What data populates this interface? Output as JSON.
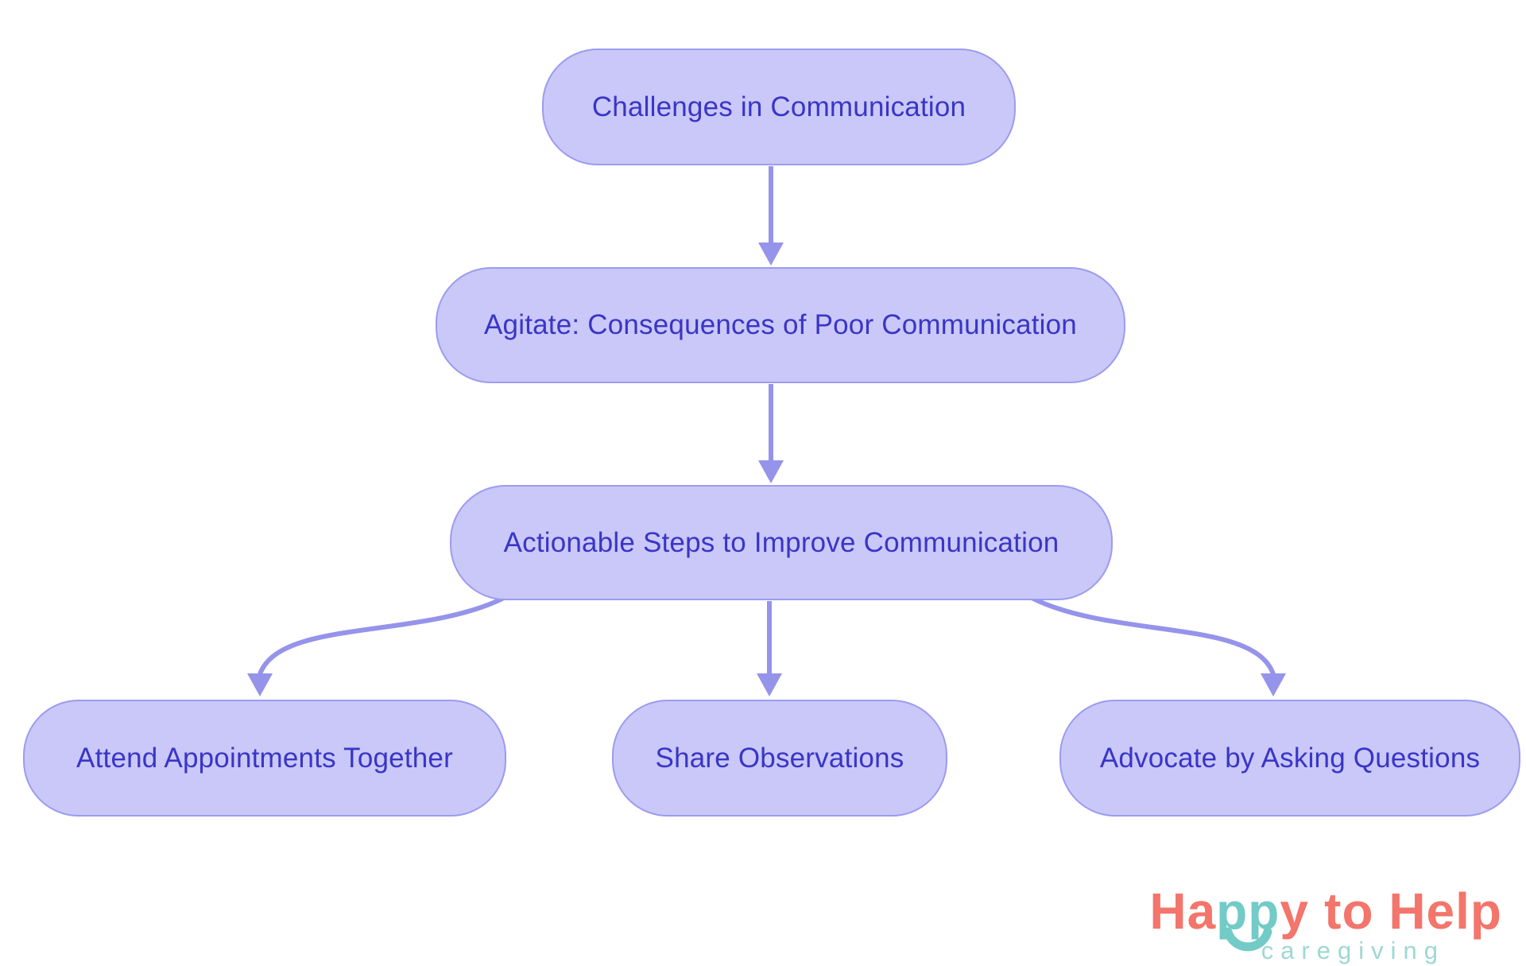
{
  "diagram": {
    "type": "flowchart",
    "direction": "top-down",
    "nodes": [
      {
        "id": "challenges",
        "label": "Challenges in Communication"
      },
      {
        "id": "agitate",
        "label": "Agitate: Consequences of Poor Communication"
      },
      {
        "id": "actionable",
        "label": "Actionable Steps to Improve Communication"
      },
      {
        "id": "attend",
        "label": "Attend Appointments Together"
      },
      {
        "id": "share",
        "label": "Share Observations"
      },
      {
        "id": "advocate",
        "label": "Advocate by Asking Questions"
      }
    ],
    "edges": [
      {
        "from": "challenges",
        "to": "agitate"
      },
      {
        "from": "agitate",
        "to": "actionable"
      },
      {
        "from": "actionable",
        "to": "attend"
      },
      {
        "from": "actionable",
        "to": "share"
      },
      {
        "from": "actionable",
        "to": "advocate"
      }
    ]
  },
  "logo": {
    "part1": "Ha",
    "part2": "pp",
    "part3": "y",
    "part4": "to Help",
    "subtitle": "caregiving",
    "smile_icon": "smile-arc"
  },
  "colors": {
    "node-fill": "#c9c8f8",
    "node-border": "#9d9bef",
    "node-text": "#3a35c6",
    "connector": "#9593ea",
    "logo-coral": "#f3756b",
    "logo-teal": "#72cbc7",
    "logo-subtitle": "#9ed8d3",
    "background": "#ffffff"
  }
}
